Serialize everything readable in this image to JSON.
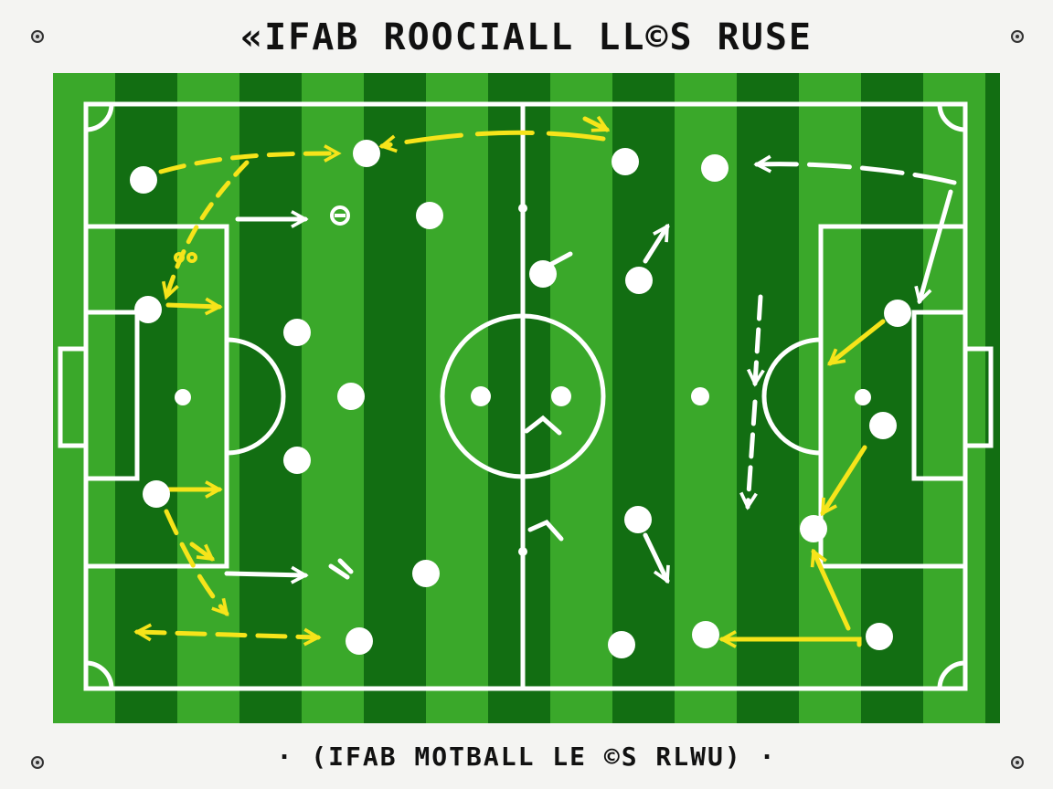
{
  "board": {
    "title": "«IFAB ROOCIALL LL©S RUSE",
    "footer": "· (IFAB MOTBALL LE ©S RLWU) ·"
  },
  "colors": {
    "grass_dark": "#126e12",
    "grass_light": "#3aa82a",
    "line": "#ffffff",
    "player": "#ffffff",
    "arrow_yellow": "#f6e41a",
    "arrow_white": "#ffffff"
  },
  "players": [
    {
      "team": "left",
      "id": "lp1"
    },
    {
      "team": "left",
      "id": "lp2"
    },
    {
      "team": "left",
      "id": "lp3"
    },
    {
      "team": "left",
      "id": "lp4"
    },
    {
      "team": "left",
      "id": "lp5"
    },
    {
      "team": "left",
      "id": "lp6"
    },
    {
      "team": "left",
      "id": "lp7"
    },
    {
      "team": "left",
      "id": "lp8"
    },
    {
      "team": "left",
      "id": "lp9"
    },
    {
      "team": "left",
      "id": "lp10"
    },
    {
      "team": "left",
      "id": "lp11"
    },
    {
      "team": "right",
      "id": "rp1"
    },
    {
      "team": "right",
      "id": "rp2"
    },
    {
      "team": "right",
      "id": "rp3"
    },
    {
      "team": "right",
      "id": "rp4"
    },
    {
      "team": "right",
      "id": "rp5"
    },
    {
      "team": "right",
      "id": "rp6"
    },
    {
      "team": "right",
      "id": "rp7"
    },
    {
      "team": "right",
      "id": "rp8"
    },
    {
      "team": "right",
      "id": "rp9"
    },
    {
      "team": "right",
      "id": "rp10"
    },
    {
      "team": "right",
      "id": "rp11"
    }
  ]
}
